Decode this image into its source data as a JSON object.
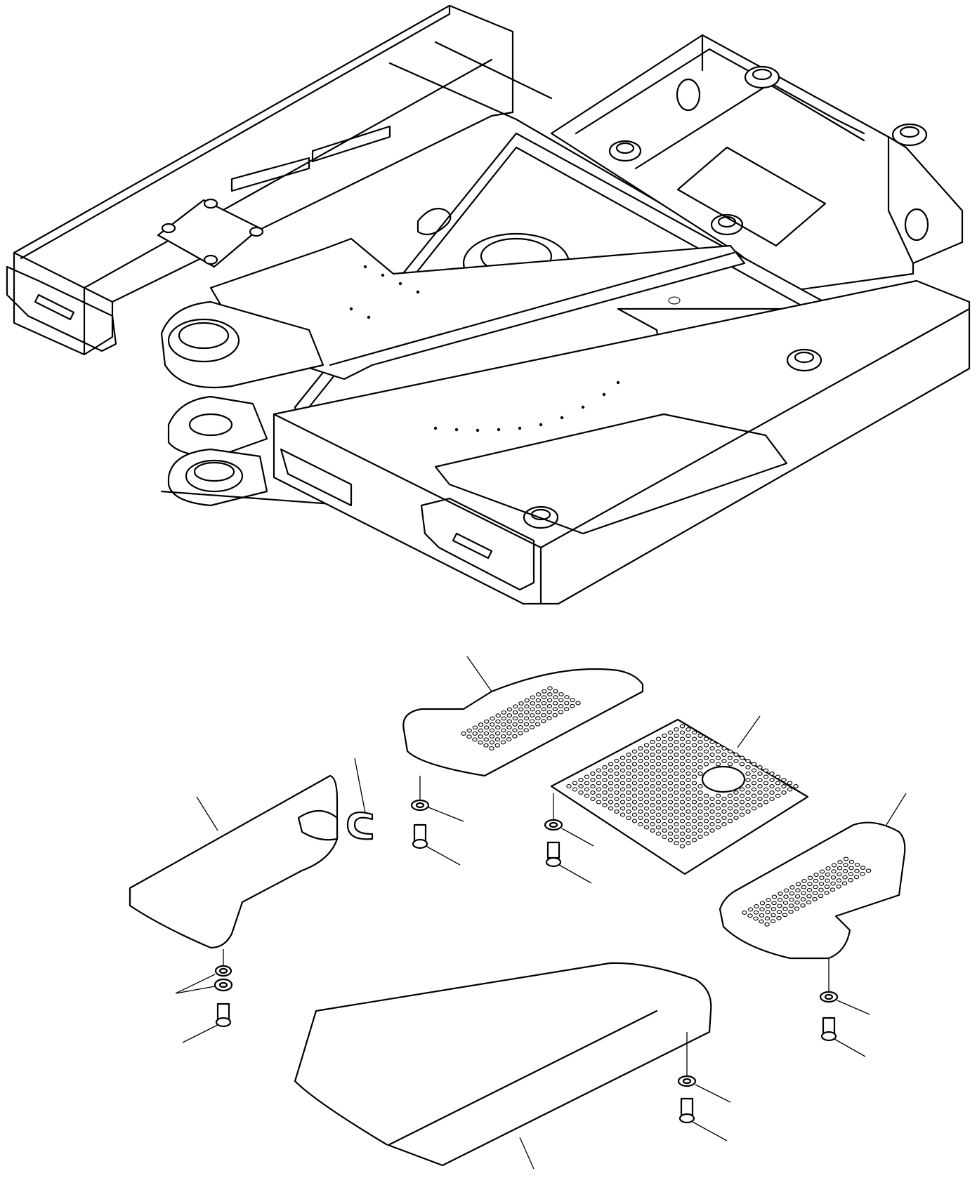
{
  "figure": {
    "kind": "exploded parts illustration",
    "style": "black line art on white",
    "callout_labels": []
  },
  "parts": [
    "upper-revolving-frame",
    "cover-front-left",
    "cover-rear-center",
    "cover-perforated-center",
    "cover-right-perforated",
    "cover-bottom-large",
    "cover-left-notched",
    "seal-ring-c-shaped",
    "bolt",
    "washer"
  ]
}
